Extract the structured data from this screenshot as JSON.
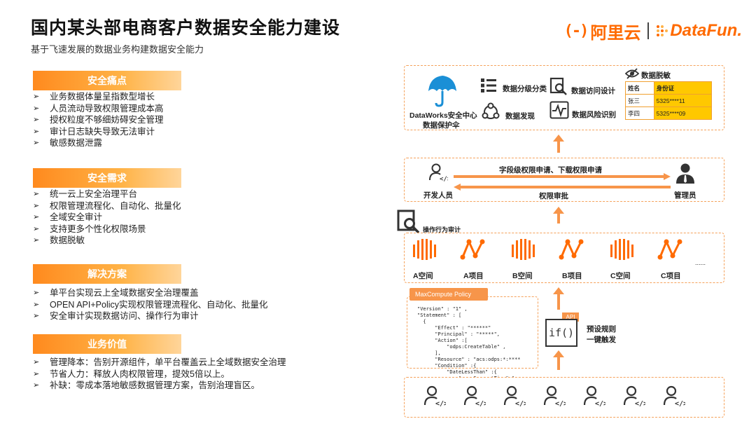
{
  "header": {
    "title": "国内某头部电商客户数据安全能力建设",
    "subtitle": "基于飞速发展的数据业务构建数据安全能力"
  },
  "logos": {
    "aliyun_text": "阿里云",
    "aliyun_bracket": "(-)",
    "datafun_text": "DataFun."
  },
  "sections": [
    {
      "title": "安全痛点",
      "items": [
        "业务数据体量呈指数型增长",
        "人员流动导致权限管理成本高",
        "授权粒度不够细妨碍安全管理",
        "审计日志缺失导致无法审计",
        "敏感数据泄露"
      ]
    },
    {
      "title": "安全需求",
      "items": [
        "统一云上安全治理平台",
        "权限管理流程化、自动化、批量化",
        "全域安全审计",
        "支持更多个性化权限场景",
        "数据脱敏"
      ]
    },
    {
      "title": "解决方案",
      "items": [
        "单平台实现云上全域数据安全治理覆盖",
        "OPEN API+Policy实现权限管理流程化、自动化、批量化",
        "安全审计实现数据访问、操作行为审计"
      ]
    },
    {
      "title": "业务价值",
      "items": [
        "管理降本：告别开源组件，单平台覆盖云上全域数据安全治理",
        "节省人力：释放人肉权限管理，提效5倍以上。",
        "补缺：零成本落地敏感数据管理方案，告别治理盲区。"
      ]
    }
  ],
  "bullet_glyph": "➢",
  "diagram": {
    "top": {
      "dataworks": "DataWorks安全中心",
      "umbrella": "数据保护伞",
      "classify": "数据分级分类",
      "discover": "数据发现",
      "access_design": "数据访问设计",
      "risk": "数据风险识别",
      "mask_title": "数据脱敏",
      "mask_table": {
        "headers": [
          "姓名",
          "身份证"
        ],
        "rows": [
          [
            "张三",
            "5325****11"
          ],
          [
            "李四",
            "5325****09"
          ]
        ]
      }
    },
    "approval": {
      "developer": "开发人员",
      "admin": "管理员",
      "request": "字段级权限申请、下载权限申请",
      "approve": "权限审批"
    },
    "audit_label": "操作行为审计",
    "projects": [
      "A空间",
      "A项目",
      "B空间",
      "B项目",
      "C空间",
      "C项目"
    ],
    "projects_more": "......",
    "policy": {
      "badge": "MaxCompute Policy",
      "code": "\"Version\" : \"1\" ,\n\"Statement\" : [\n  {\n      \"Effect\" : \"******\"\n      \"Principal\" : \"*****\",\n      \"Action\" :[\n          \"odps:CreateTable\" ,\n      ],\n      \"Resource\" : \"acs:odps:*:****\n      \"Condition\" :{\n          \"DateLessThan\" :{\n              \"acs:CurrentTime\":\"xx\n          }\n      }\n  }\n]"
    },
    "api": {
      "badge": "API",
      "glyph": "if()",
      "rule_line1": "预设规则",
      "rule_line2": "一键触发"
    }
  },
  "colors": {
    "accent": "#ff6a00",
    "orange": "#f7954a",
    "dashed": "#f5a25b",
    "blue": "#1a8fd6"
  }
}
